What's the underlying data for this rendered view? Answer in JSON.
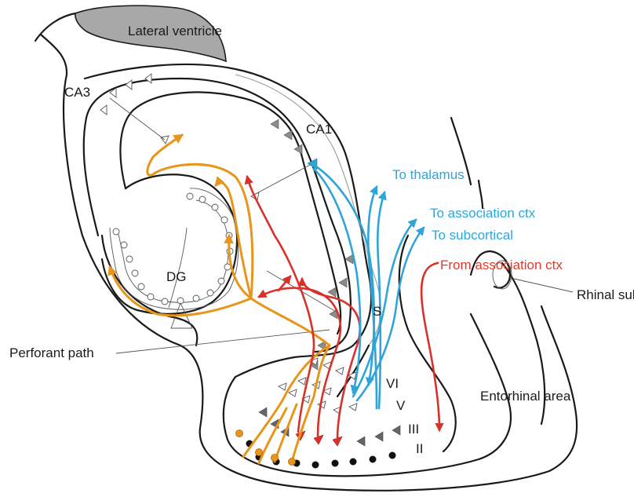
{
  "labels": {
    "lateral_ventricle": "Lateral ventricle",
    "ca3": "CA3",
    "ca1": "CA1",
    "dg": "DG",
    "s": "S",
    "perforant_path": "Perforant path",
    "to_thalamus": "To thalamus",
    "to_association_ctx": "To association ctx",
    "to_subcortical": "To subcortical",
    "from_association_ctx": "From association ctx",
    "rhinal_sulcus": "Rhinal sulcus",
    "entorhinal_area": "Entorhinal area",
    "layer_vi": "VI",
    "layer_v": "V",
    "layer_iii": "III",
    "layer_ii": "II"
  },
  "colors": {
    "outline": "#1a1a1a",
    "ventricle_fill": "#a8a8a8",
    "perforant_orange": "#e8951b",
    "input_red": "#d7312a",
    "output_blue": "#2fa4d8"
  }
}
